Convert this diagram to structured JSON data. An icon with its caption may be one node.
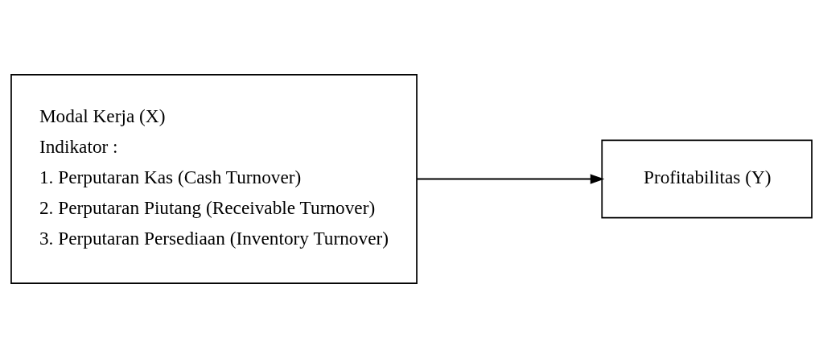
{
  "diagram": {
    "nodes": [
      {
        "text": [
          "Modal Kerja (X)",
          "Indikator :",
          "1. Perputaran Kas (Cash Turnover)",
          "2. Perputaran Piutang (Receivable Turnover)",
          "3. Perputaran Persediaan (Inventory Turnover)"
        ]
      },
      {
        "text": [
          "Profitabilitas (Y)"
        ]
      }
    ],
    "edges": [
      {
        "from": 0,
        "to": 1,
        "arrow": "to"
      }
    ]
  }
}
